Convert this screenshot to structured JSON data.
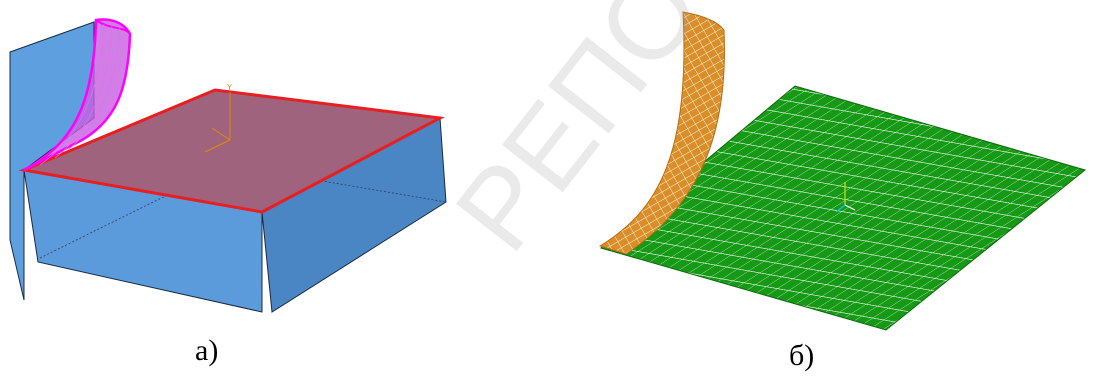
{
  "captions": {
    "left": "а)",
    "right": "б)"
  },
  "watermark_text": "РЕПОЗИТОРИЙ ГГУ ИМЕНИ Ф. СКОРИНЫ",
  "colors": {
    "box_side": "#5b9bdc",
    "box_front": "#4a87c7",
    "top_face": "#a0637e",
    "edge_red": "#e62020",
    "curved_surface": "#c65fe0",
    "curved_edge": "#ff00ff",
    "mesh_plate": "#159915",
    "mesh_curve": "#d98e2a",
    "axis": "#e08a00"
  },
  "icons": [
    "axis-triad-icon"
  ]
}
